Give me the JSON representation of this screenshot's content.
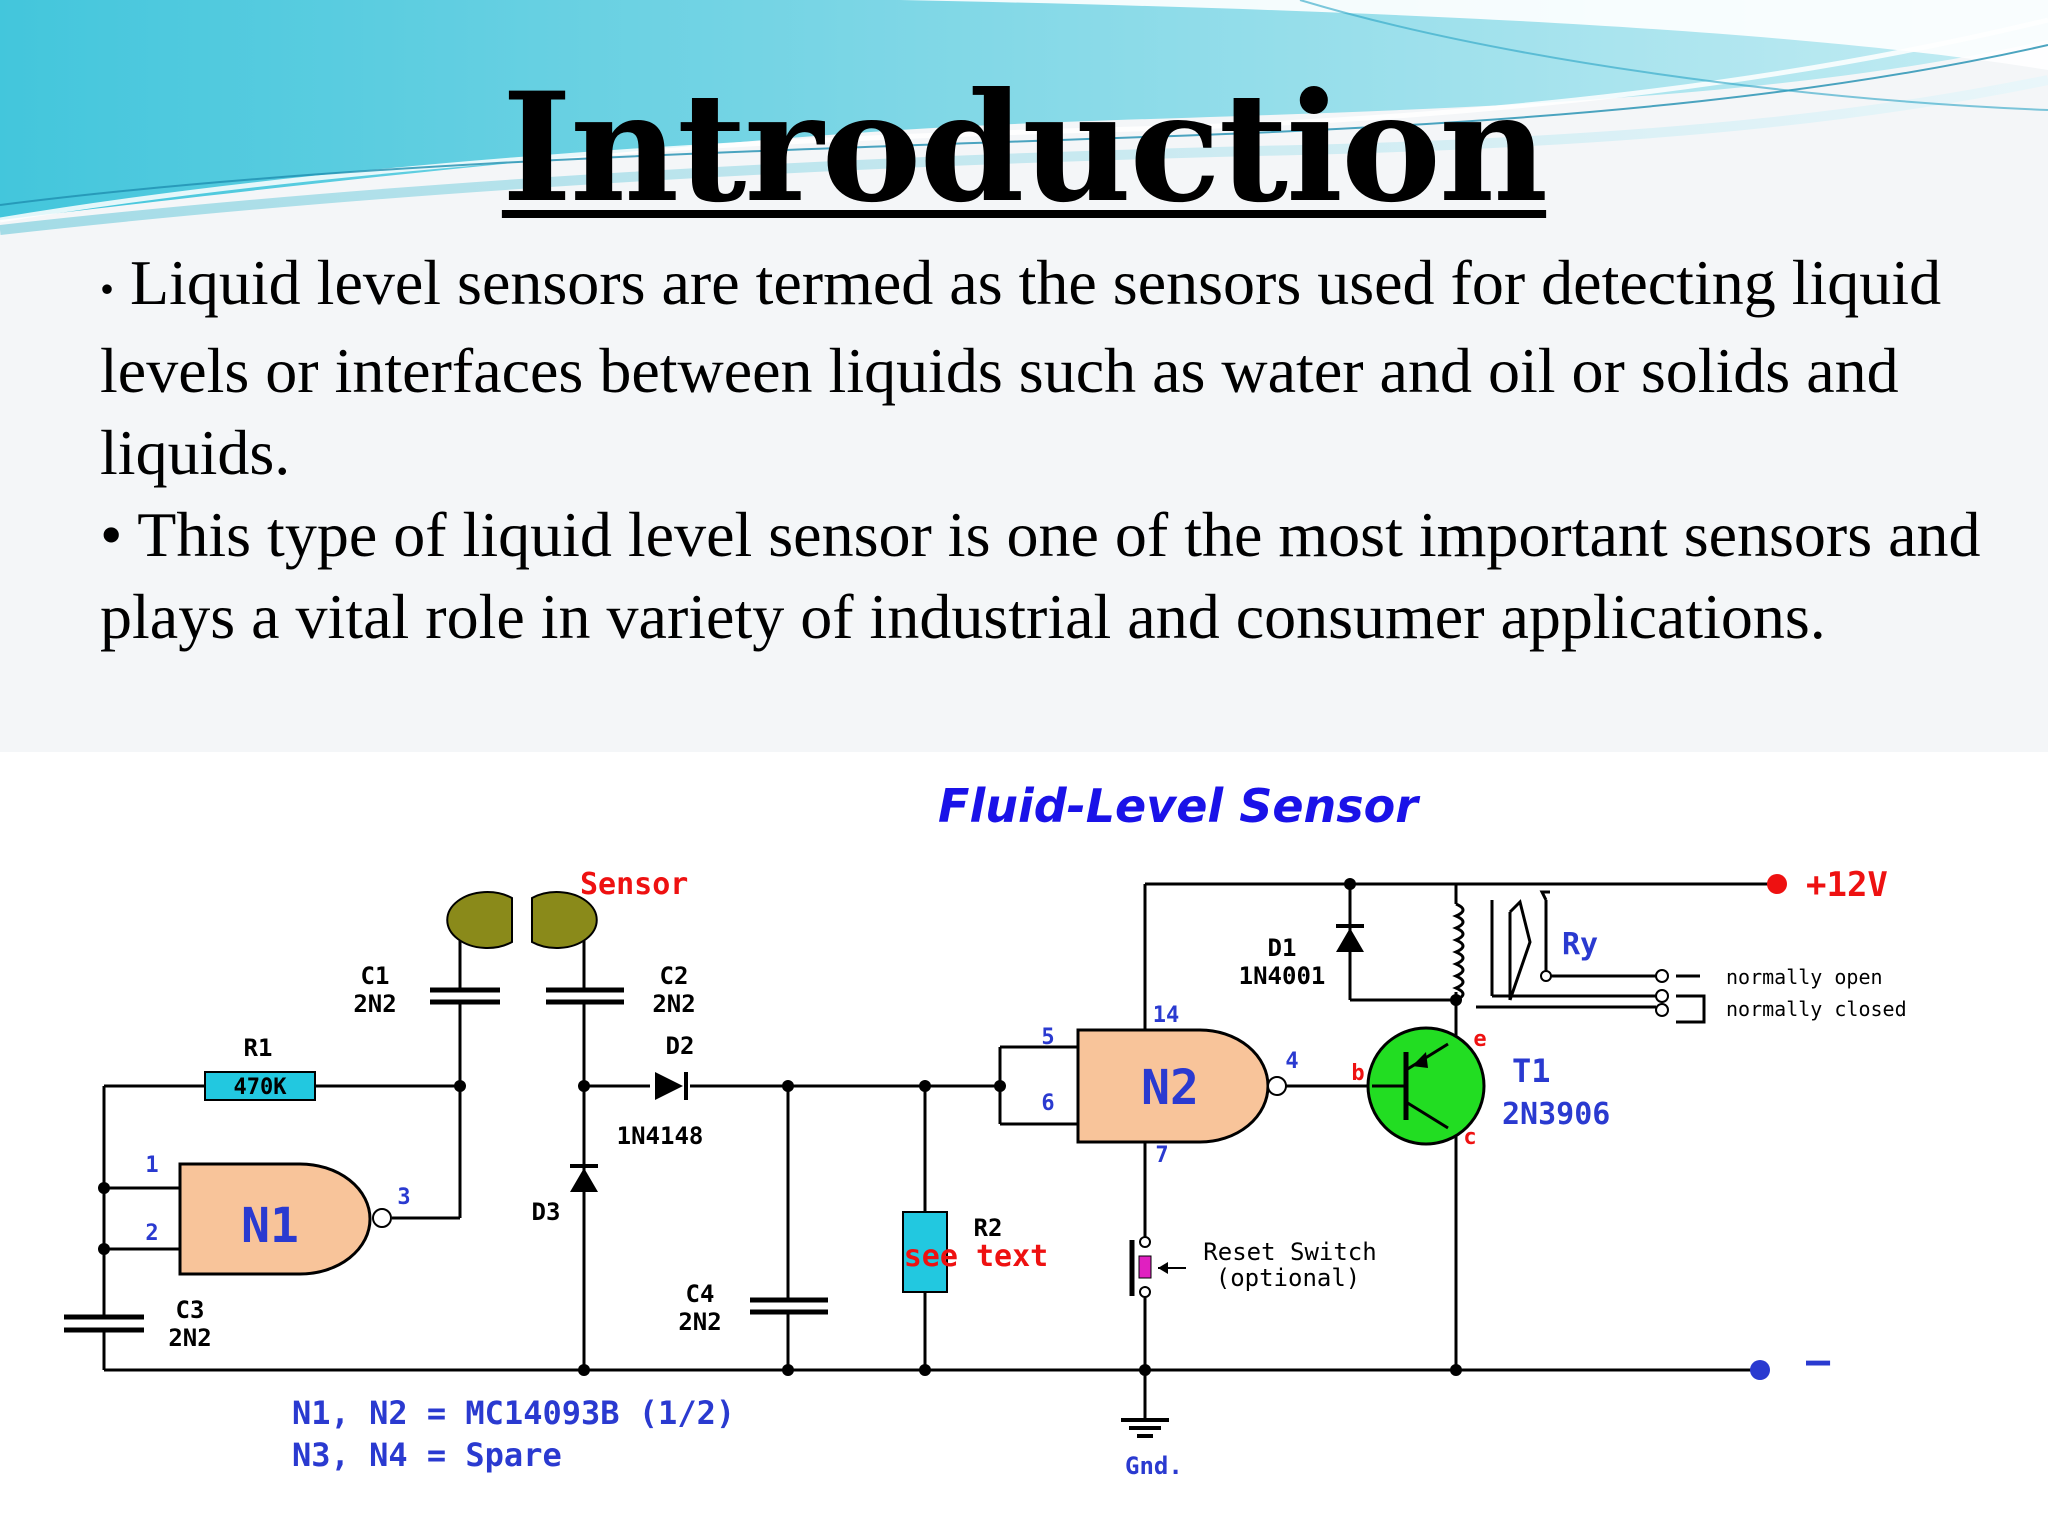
{
  "slide": {
    "title": "Introduction",
    "bullets": [
      "Liquid level sensors are termed as the sensors used for detecting liquid levels or interfaces between liquids such as water and oil or solids and liquids.",
      "This type of liquid level sensor is one of the most important sensors and plays a vital role in variety of industrial and consumer applications."
    ]
  },
  "diagram": {
    "title": "Fluid-Level Sensor",
    "sensor_label": "Sensor",
    "supply": "+12V",
    "minus": "—",
    "ground": "Gnd.",
    "c1": {
      "name": "C1",
      "value": "2N2"
    },
    "c2": {
      "name": "C2",
      "value": "2N2"
    },
    "c3": {
      "name": "C3",
      "value": "2N2"
    },
    "c4": {
      "name": "C4",
      "value": "2N2"
    },
    "r1": {
      "name": "R1",
      "value": "470K"
    },
    "r2": {
      "name": "R2",
      "value": "see text"
    },
    "d1": {
      "name": "D1",
      "value": "1N4001"
    },
    "d2": {
      "name": "D2",
      "value": "1N4148"
    },
    "d3": {
      "name": "D3"
    },
    "n1": {
      "name": "N1",
      "pin_in_a": "1",
      "pin_in_b": "2",
      "pin_out": "3"
    },
    "n2": {
      "name": "N2",
      "pin_in_a": "5",
      "pin_in_b": "6",
      "pin_out": "4",
      "pin_vdd": "14",
      "pin_vss": "7"
    },
    "t1": {
      "name": "T1",
      "type": "2N3906",
      "b": "b",
      "e": "e",
      "c": "c"
    },
    "relay": {
      "name": "Ry",
      "normally_open": "normally open",
      "normally_closed": "normally closed"
    },
    "reset_switch": {
      "line1": "Reset Switch",
      "line2": "(optional)"
    },
    "ic_note_1": "N1, N2 = MC14093B (1/2)",
    "ic_note_2": "N3, N4 = Spare",
    "colors": {
      "title_blue": "#1a12e8",
      "label_blue": "#2a3ad0",
      "sensor_red": "#ee1111",
      "gate_fill": "#f8c49a",
      "transistor_green": "#22dd22",
      "resistor_cyan": "#22c8e0",
      "sensor_olive": "#8a8a1a",
      "switch_magenta": "#e020c0"
    }
  }
}
